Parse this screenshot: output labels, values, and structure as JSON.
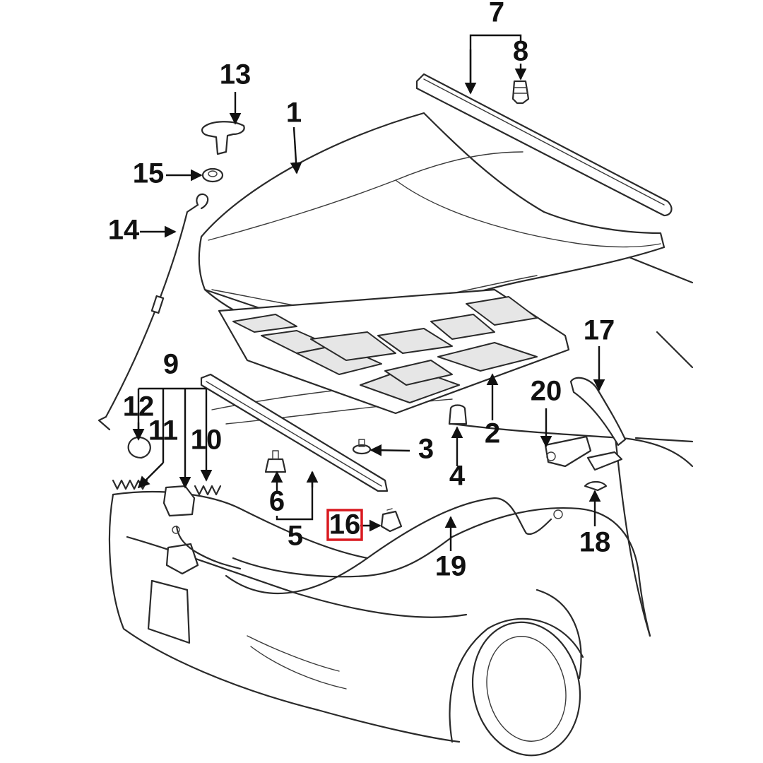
{
  "highlight_color": "#d9191f",
  "highlighted_part": "16",
  "callouts": {
    "c1": "1",
    "c2": "2",
    "c3": "3",
    "c4": "4",
    "c5": "5",
    "c6": "6",
    "c7": "7",
    "c8": "8",
    "c9": "9",
    "c10": "10",
    "c11": "11",
    "c12": "12",
    "c13": "13",
    "c14": "14",
    "c15": "15",
    "c16": "16",
    "c17": "17",
    "c18": "18",
    "c19": "19",
    "c20": "20"
  }
}
